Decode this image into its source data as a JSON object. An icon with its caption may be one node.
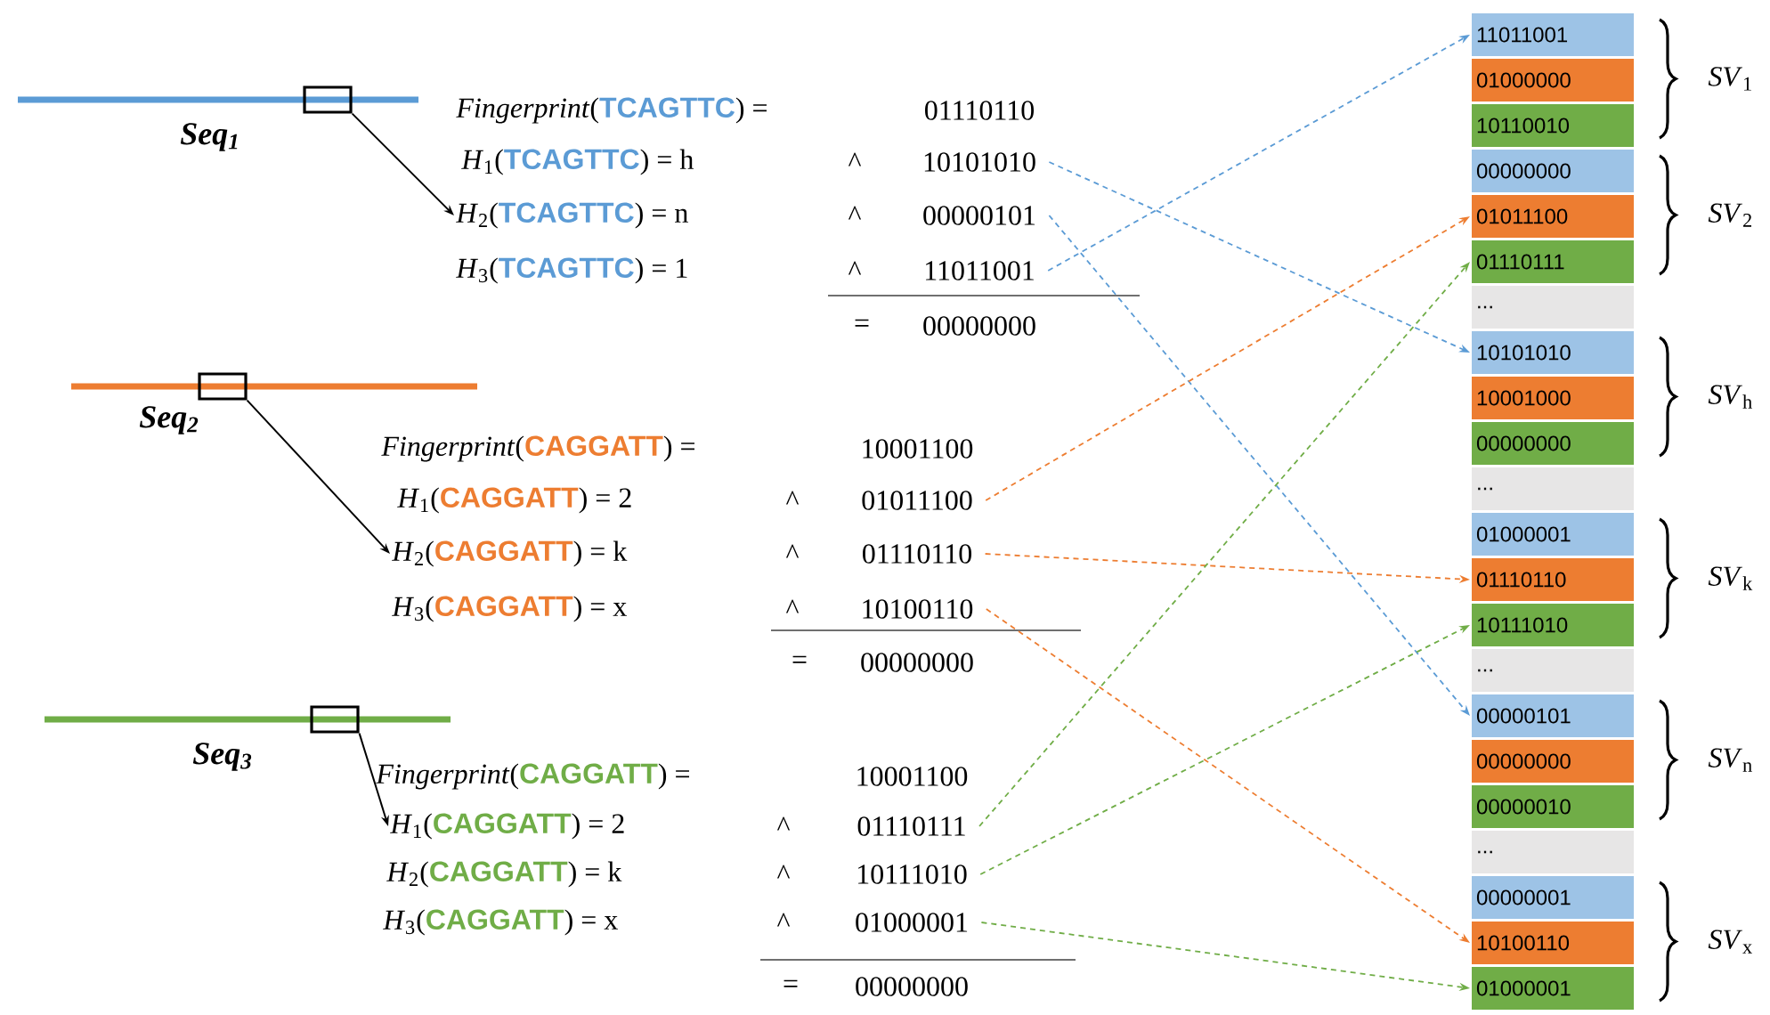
{
  "diagram": {
    "nodes": [
      {
        "text": [
          "Seq$_{1}$"
        ]
      },
      {
        "text": [],
        "shape": "box"
      },
      {
        "text": [
          "*Fingerprint*(**TCAGTTC**) ="
        ]
      },
      {
        "text": [
          "*H*$_{1}$(**TCAGTTC**) = h"
        ]
      },
      {
        "text": [
          "*H*$_{2}$(**TCAGTTC**) = n"
        ]
      },
      {
        "text": [
          "*H*$_{3}$(**TCAGTTC**) = 1"
        ]
      },
      {
        "text": [
          "10101010"
        ]
      },
      {
        "text": [
          "00000101"
        ]
      },
      {
        "text": [
          "11011001"
        ]
      },
      {
        "text": [
          "Seq$_{2}$"
        ]
      },
      {
        "text": [],
        "shape": "box"
      },
      {
        "text": [
          "*Fingerprint*(**CAGGATT**) ="
        ]
      },
      {
        "text": [
          "*H*$_{1}$(**CAGGATT**) = 2"
        ]
      },
      {
        "text": [
          "*H*$_{2}$(**CAGGATT**) = k"
        ]
      },
      {
        "text": [
          "*H*$_{3}$(**CAGGATT**) = x"
        ]
      },
      {
        "text": [
          "01011100"
        ]
      },
      {
        "text": [
          "01110110"
        ]
      },
      {
        "text": [
          "10100110"
        ]
      },
      {
        "text": [
          "Seq$_{3}$"
        ]
      },
      {
        "text": [],
        "shape": "box"
      },
      {
        "text": [
          "*Fingerprint*(**CAGGATT**) ="
        ]
      },
      {
        "text": [
          "*H*$_{1}$(**CAGGATT**) = 2"
        ]
      },
      {
        "text": [
          "*H*$_{2}$(**CAGGATT**) = k"
        ]
      },
      {
        "text": [
          "*H*$_{3}$(**CAGGATT**) = x"
        ]
      },
      {
        "text": [
          "01110111"
        ]
      },
      {
        "text": [
          "10111010"
        ]
      },
      {
        "text": [
          "01000001"
        ]
      },
      {
        "text": [
          "11011001"
        ]
      },
      {
        "text": [
          "01000000"
        ]
      },
      {
        "text": [
          "10110010"
        ]
      },
      {
        "text": [
          "00000000"
        ]
      },
      {
        "text": [
          "01011100"
        ]
      },
      {
        "text": [
          "01110111"
        ]
      },
      {
        "text": [
          "..."
        ]
      },
      {
        "text": [
          "10101010"
        ]
      },
      {
        "text": [
          "10001000"
        ]
      },
      {
        "text": [
          "00000000"
        ]
      },
      {
        "text": [
          "..."
        ]
      },
      {
        "text": [
          "01000001"
        ]
      },
      {
        "text": [
          "01110110"
        ]
      },
      {
        "text": [
          "10111010"
        ]
      },
      {
        "text": [
          "..."
        ]
      },
      {
        "text": [
          "00000101"
        ]
      },
      {
        "text": [
          "00000000"
        ]
      },
      {
        "text": [
          "00000010"
        ]
      },
      {
        "text": [
          "..."
        ]
      },
      {
        "text": [
          "00000001"
        ]
      },
      {
        "text": [
          "10100110"
        ]
      },
      {
        "text": [
          "01000001"
        ]
      }
    ],
    "edges": [
      {
        "from": 1,
        "to": 4,
        "arrow": "to"
      },
      {
        "from": 6,
        "to": 34,
        "arrow": "to",
        "style": "dashed",
        "color": "#5b9bd5"
      },
      {
        "from": 7,
        "to": 42,
        "arrow": "to",
        "style": "dashed",
        "color": "#5b9bd5"
      },
      {
        "from": 8,
        "to": 27,
        "arrow": "to",
        "style": "dashed",
        "color": "#5b9bd5"
      },
      {
        "from": 10,
        "to": 13,
        "arrow": "to"
      },
      {
        "from": 15,
        "to": 31,
        "arrow": "to",
        "style": "dashed",
        "color": "#ed7d31"
      },
      {
        "from": 16,
        "to": 39,
        "arrow": "to",
        "style": "dashed",
        "color": "#ed7d31"
      },
      {
        "from": 17,
        "to": 47,
        "arrow": "to",
        "style": "dashed",
        "color": "#ed7d31"
      },
      {
        "from": 19,
        "to": 21,
        "arrow": "to"
      },
      {
        "from": 24,
        "to": 32,
        "arrow": "to",
        "style": "dashed",
        "color": "#70ad47"
      },
      {
        "from": 25,
        "to": 40,
        "arrow": "to",
        "style": "dashed",
        "color": "#70ad47"
      },
      {
        "from": 26,
        "to": 48,
        "arrow": "to",
        "style": "dashed",
        "color": "#70ad47"
      }
    ],
    "labels": [
      "01110110",
      "^",
      "^",
      "^",
      "=",
      "00000000",
      "10001100",
      "^",
      "^",
      "^",
      "=",
      "00000000",
      "10001100",
      "^",
      "^",
      "^",
      "=",
      "00000000",
      "*SV*$_{1}$",
      "*SV*$_{2}$",
      "*SV*$_{h}$",
      "*SV*$_{k}$",
      "*SV*$_{n}$",
      "*SV*$_{x}$"
    ]
  }
}
